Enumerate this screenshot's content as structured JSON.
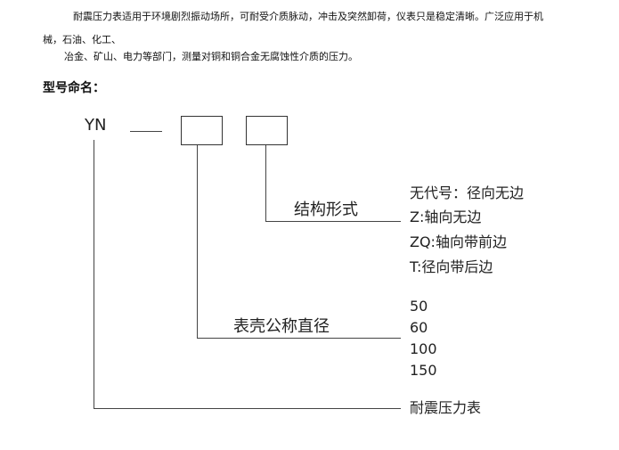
{
  "intro": {
    "line1": "耐震压力表适用于环境剧烈振动场所，可耐受介质脉动，冲击及突然卸荷，仪表只是稳定清晰。广泛应用于机",
    "line2": "械，石油、化工、",
    "line3": "冶金、矿山、电力等部门，测量对铜和铜合金无腐蚀性介质的压力。"
  },
  "heading": "型号命名：",
  "diagram": {
    "prefix": "YN",
    "structure_label": "结构形式",
    "structure_options": [
      "无代号：径向无边",
      "Z:轴向无边",
      "ZQ:轴向带前边",
      "T:径向带后边"
    ],
    "diameter_label": "表壳公称直径",
    "diameter_options": [
      "50",
      "60",
      "100",
      "150"
    ],
    "product_label": "耐震压力表"
  }
}
